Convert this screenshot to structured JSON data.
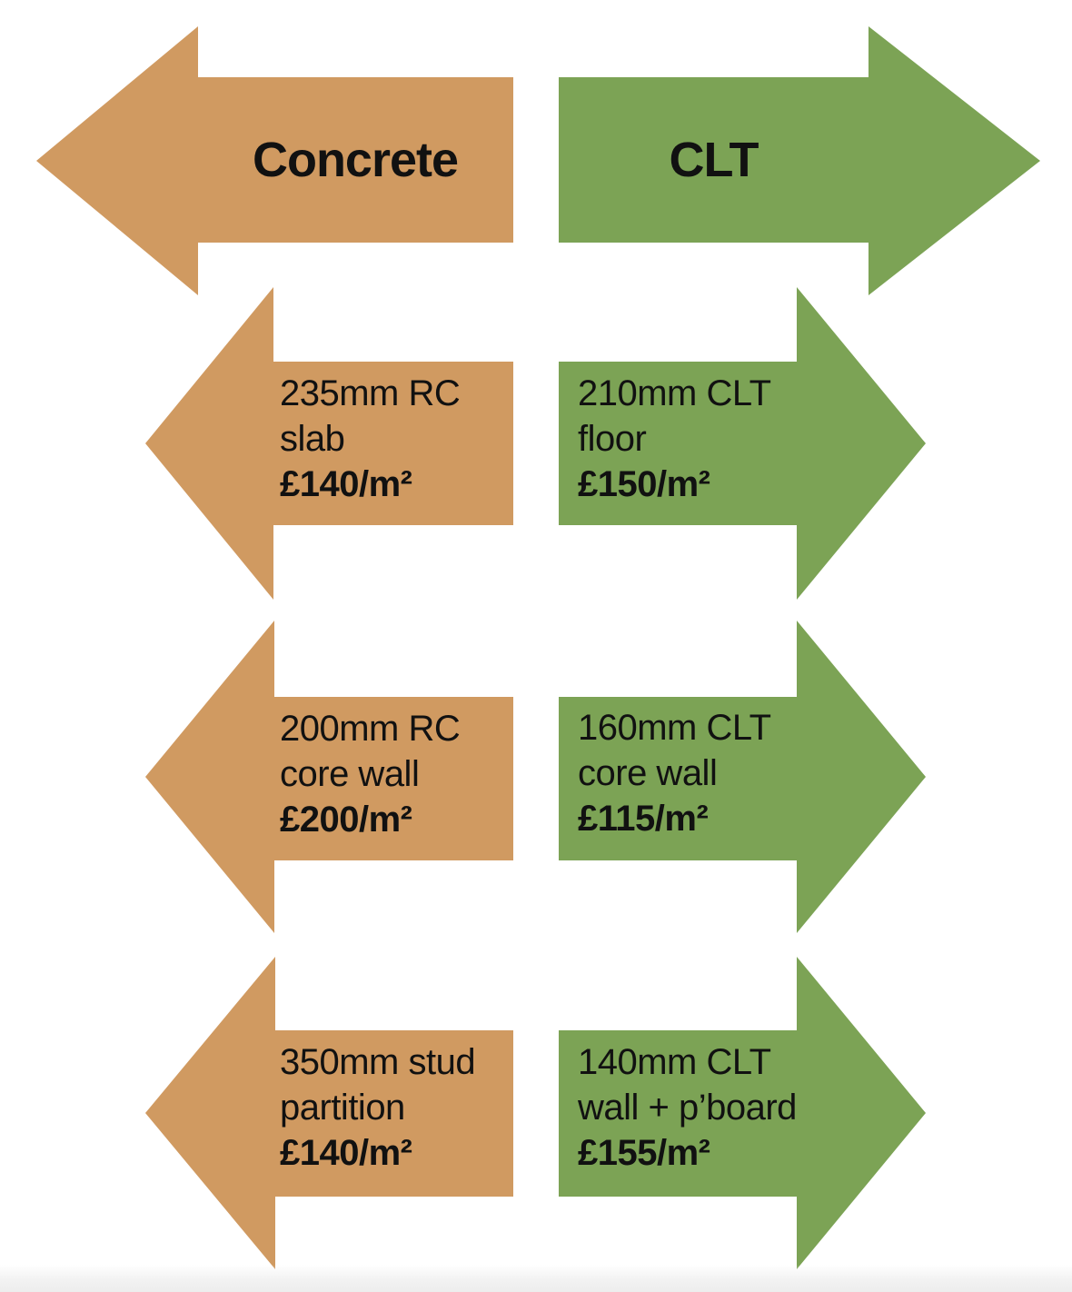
{
  "colors": {
    "concrete": "#D09A61",
    "clt": "#7CA355",
    "text": "#111111",
    "background": "#FFFFFF"
  },
  "header": {
    "left": "Concrete",
    "right": "CLT"
  },
  "rows": [
    {
      "concrete": {
        "spec": "235mm RC",
        "element": "slab",
        "price": "£140/m²"
      },
      "clt": {
        "spec": "210mm CLT",
        "element": "floor",
        "price": "£150/m²"
      }
    },
    {
      "concrete": {
        "spec": "200mm RC",
        "element": "core wall",
        "price": "£200/m²"
      },
      "clt": {
        "spec": "160mm CLT",
        "element": "core wall",
        "price": "£115/m²"
      }
    },
    {
      "concrete": {
        "spec": "350mm stud",
        "element": "partition",
        "price": "£140/m²"
      },
      "clt": {
        "spec": "140mm CLT",
        "element": "wall + p’board",
        "price": "£155/m²"
      }
    }
  ]
}
